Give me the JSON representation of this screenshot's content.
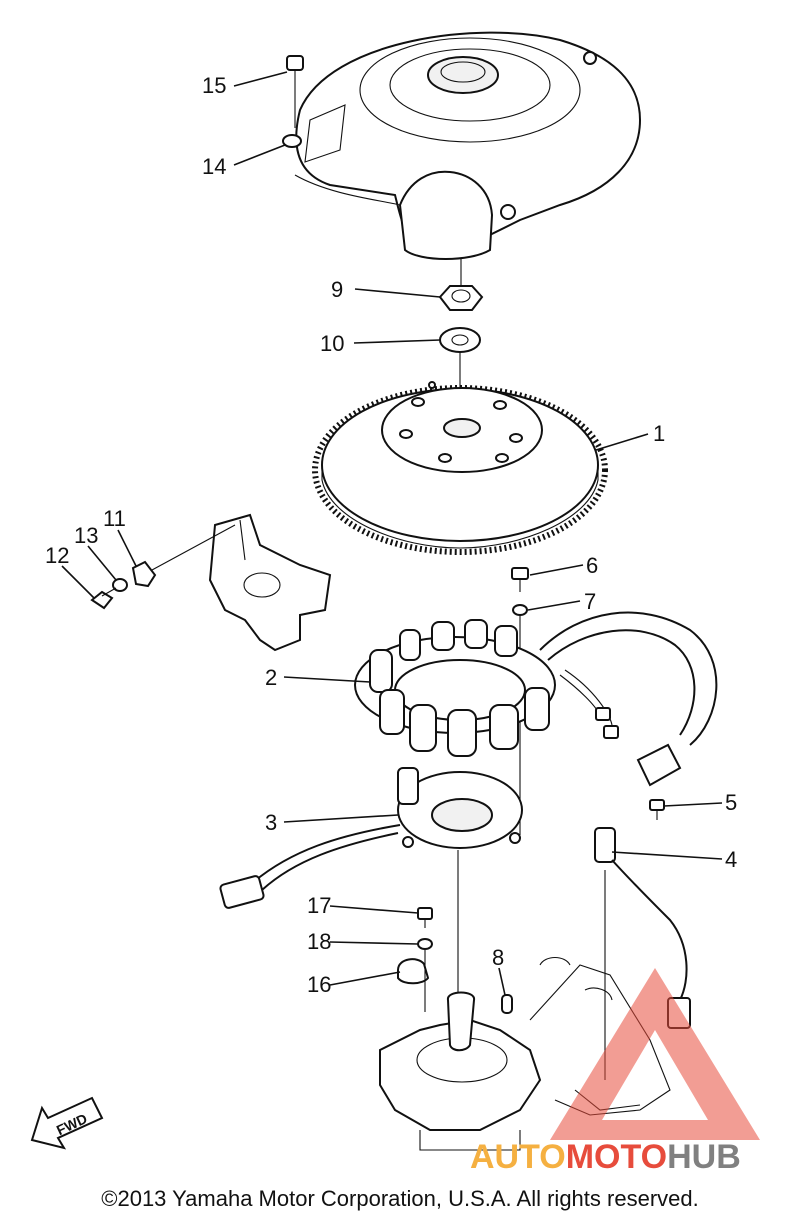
{
  "callouts": {
    "n1": "1",
    "n2": "2",
    "n3": "3",
    "n4": "4",
    "n5": "5",
    "n6": "6",
    "n7": "7",
    "n8": "8",
    "n9": "9",
    "n10": "10",
    "n11": "11",
    "n12": "12",
    "n13": "13",
    "n14": "14",
    "n15": "15",
    "n16": "16",
    "n17": "17",
    "n18": "18"
  },
  "fwd_label": "FWD",
  "watermark": {
    "part1": "AUTO",
    "part2": "MOTO",
    "part3": "HUB",
    "color_orange": "#f5b041",
    "color_red": "#e74c3c",
    "color_gray": "#808080"
  },
  "copyright": "©2013 Yamaha Motor Corporation, U.S.A. All rights reserved."
}
